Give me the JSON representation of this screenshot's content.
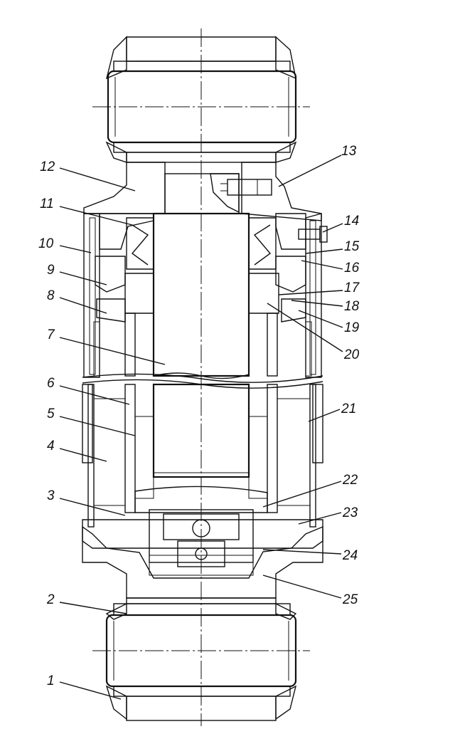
{
  "figure": {
    "labels_left": [
      {
        "id": "label-12",
        "text": "12"
      },
      {
        "id": "label-11",
        "text": "11"
      },
      {
        "id": "label-10",
        "text": "10"
      },
      {
        "id": "label-9",
        "text": "9"
      },
      {
        "id": "label-8",
        "text": "8"
      },
      {
        "id": "label-7",
        "text": "7"
      },
      {
        "id": "label-6",
        "text": "6"
      },
      {
        "id": "label-5",
        "text": "5"
      },
      {
        "id": "label-4",
        "text": "4"
      },
      {
        "id": "label-3",
        "text": "3"
      },
      {
        "id": "label-2",
        "text": "2"
      },
      {
        "id": "label-1",
        "text": "1"
      }
    ],
    "labels_right": [
      {
        "id": "label-13",
        "text": "13"
      },
      {
        "id": "label-14",
        "text": "14"
      },
      {
        "id": "label-15",
        "text": "15"
      },
      {
        "id": "label-16",
        "text": "16"
      },
      {
        "id": "label-17",
        "text": "17"
      },
      {
        "id": "label-18",
        "text": "18"
      },
      {
        "id": "label-19",
        "text": "19"
      },
      {
        "id": "label-20",
        "text": "20"
      },
      {
        "id": "label-21",
        "text": "21"
      },
      {
        "id": "label-22",
        "text": "22"
      },
      {
        "id": "label-23",
        "text": "23"
      },
      {
        "id": "label-24",
        "text": "24"
      },
      {
        "id": "label-25",
        "text": "25"
      }
    ],
    "colors": {
      "ink": "#111111",
      "paper": "#ffffff"
    }
  }
}
